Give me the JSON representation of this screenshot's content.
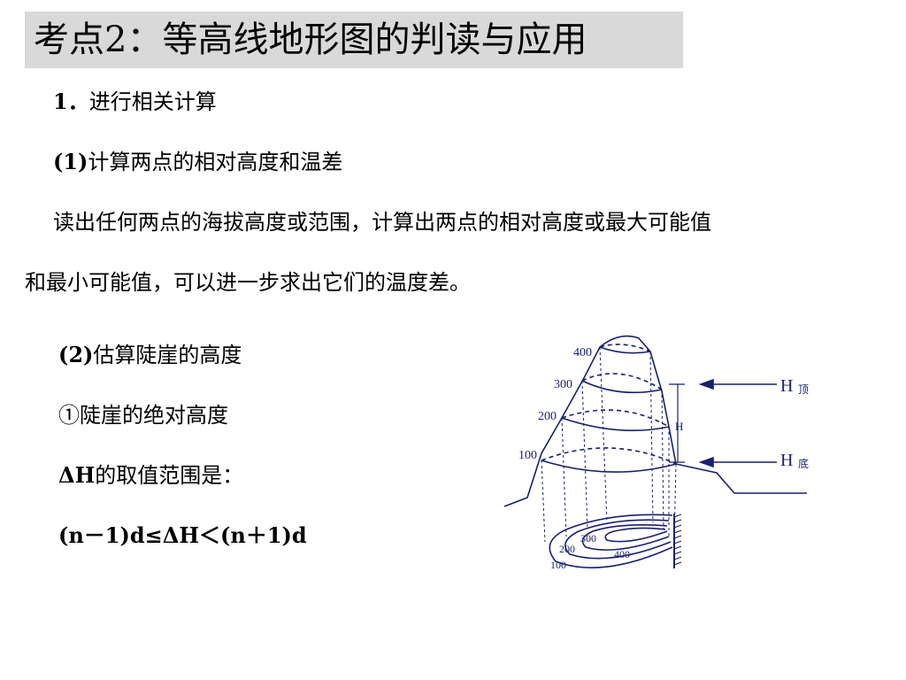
{
  "title": "考点2：等高线地形图的判读与应用",
  "section1": {
    "heading_num": "1．",
    "heading_text": "进行相关计算",
    "sub1_num": "(1)",
    "sub1_text": "计算两点的相对高度和温差",
    "para_line1": "读出任何两点的海拔高度或范围，计算出两点的相对高度或最大可能值",
    "para_line2": "和最小可能值，可以进一步求出它们的温度差。"
  },
  "section2": {
    "sub2_num": "(2)",
    "sub2_text": "估算陡崖的高度",
    "absolute_height": "①陡崖的绝对高度",
    "range_symbol": "ΔH",
    "range_text": "的取值范围是：",
    "formula": "(n－1)d≤ΔH＜(n＋1)d"
  },
  "diagram": {
    "line_color": "#1a1f6e",
    "labels_side": [
      "400",
      "300",
      "200",
      "100"
    ],
    "labels_map": [
      "300",
      "200",
      "400",
      "100"
    ],
    "h_label": "H",
    "h_top_main": "H",
    "h_top_sub": "顶",
    "h_bottom_main": "H",
    "h_bottom_sub": "底"
  }
}
